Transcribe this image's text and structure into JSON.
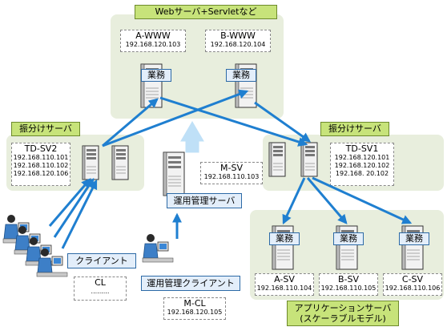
{
  "groups": {
    "web": "Webサーバ+Servletなど",
    "dist_left": "振分けサーバ",
    "dist_right": "振分けサーバ",
    "app_line1": "アプリケーションサーバ",
    "app_line2": "(スケーラブルモデル)"
  },
  "server_tag": "業務",
  "nodes": {
    "a_www": {
      "name": "A-WWW",
      "ip": "192.168.120.103"
    },
    "b_www": {
      "name": "B-WWW",
      "ip": "192.168.120.104"
    },
    "td_sv2": {
      "name": "TD-SV2",
      "ips": [
        "192.168.110.101",
        "192.168.110.102",
        "192.168.120.106"
      ]
    },
    "td_sv1": {
      "name": "TD-SV1",
      "ips": [
        "192.168.120.101",
        "192.168.120.102",
        "192.168. 20.102"
      ]
    },
    "m_sv": {
      "name": "M-SV",
      "ip": "192.168.110.103"
    },
    "a_sv": {
      "name": "A-SV",
      "ip": "192.168.110.104"
    },
    "b_sv": {
      "name": "B-SV",
      "ip": "192.168.110.105"
    },
    "c_sv": {
      "name": "C-SV",
      "ip": "192.168.110.106"
    },
    "cl": {
      "name": "CL",
      "dots": "........."
    },
    "m_cl": {
      "name": "M-CL",
      "ip": "192.168.120.105"
    }
  },
  "labels": {
    "mgmt_server": "運用管理サーバ",
    "client": "クライアント",
    "mgmt_client": "運用管理クライアント"
  },
  "colors": {
    "group_bg": "#e8eedd",
    "group_label": "#c7e37a",
    "arrow": "#1f7fd0",
    "label_blue": "#e3eefa"
  }
}
